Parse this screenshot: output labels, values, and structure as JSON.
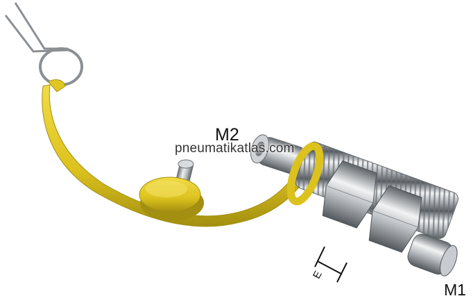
{
  "labels": {
    "m2": "M2",
    "m1": "M1",
    "e": "E"
  },
  "watermark": "pneumatikatlas.com",
  "colors": {
    "cap_yellow": "#e8cf26",
    "cap_shadow": "#a38f10",
    "metal_light": "#e6e8ea",
    "metal_mid": "#a9aeb3",
    "metal_dark": "#5e6469",
    "wire": "#8a8f94"
  }
}
